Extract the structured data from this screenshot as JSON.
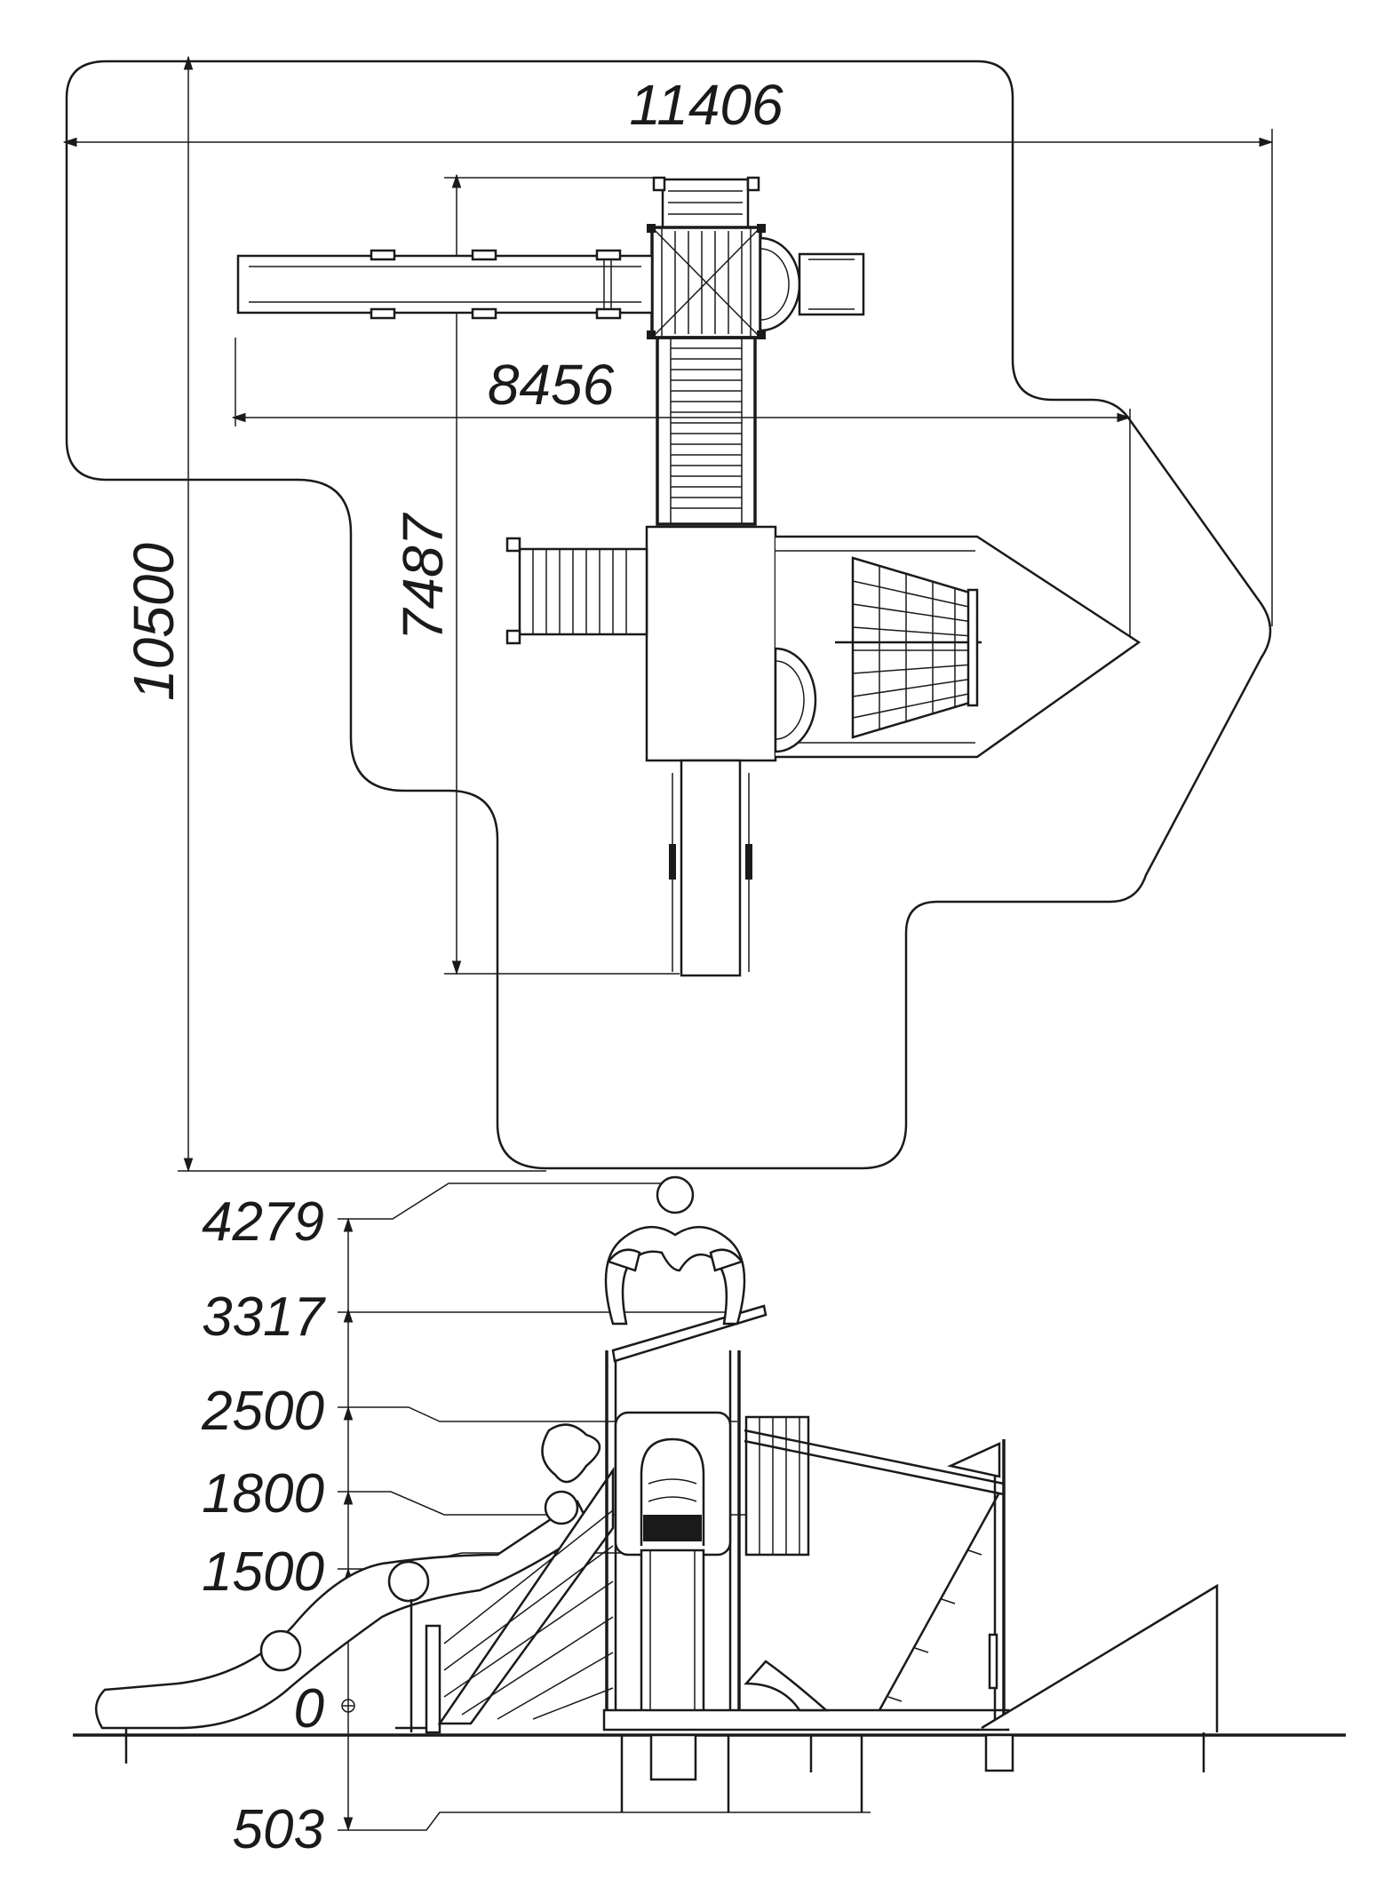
{
  "plan_dimensions": {
    "overall_width": "11406",
    "overall_depth": "10500",
    "inner_width": "8456",
    "inner_depth": "7487"
  },
  "elevation_levels": [
    {
      "id": "level-4279",
      "label": "4279"
    },
    {
      "id": "level-3317",
      "label": "3317"
    },
    {
      "id": "level-2500",
      "label": "2500"
    },
    {
      "id": "level-1800",
      "label": "1800"
    },
    {
      "id": "level-1500",
      "label": "1500"
    },
    {
      "id": "level-0",
      "label": "0"
    },
    {
      "id": "level-503",
      "label": "503"
    }
  ],
  "colors": {
    "line": "#1a1a1a",
    "background": "#ffffff"
  }
}
